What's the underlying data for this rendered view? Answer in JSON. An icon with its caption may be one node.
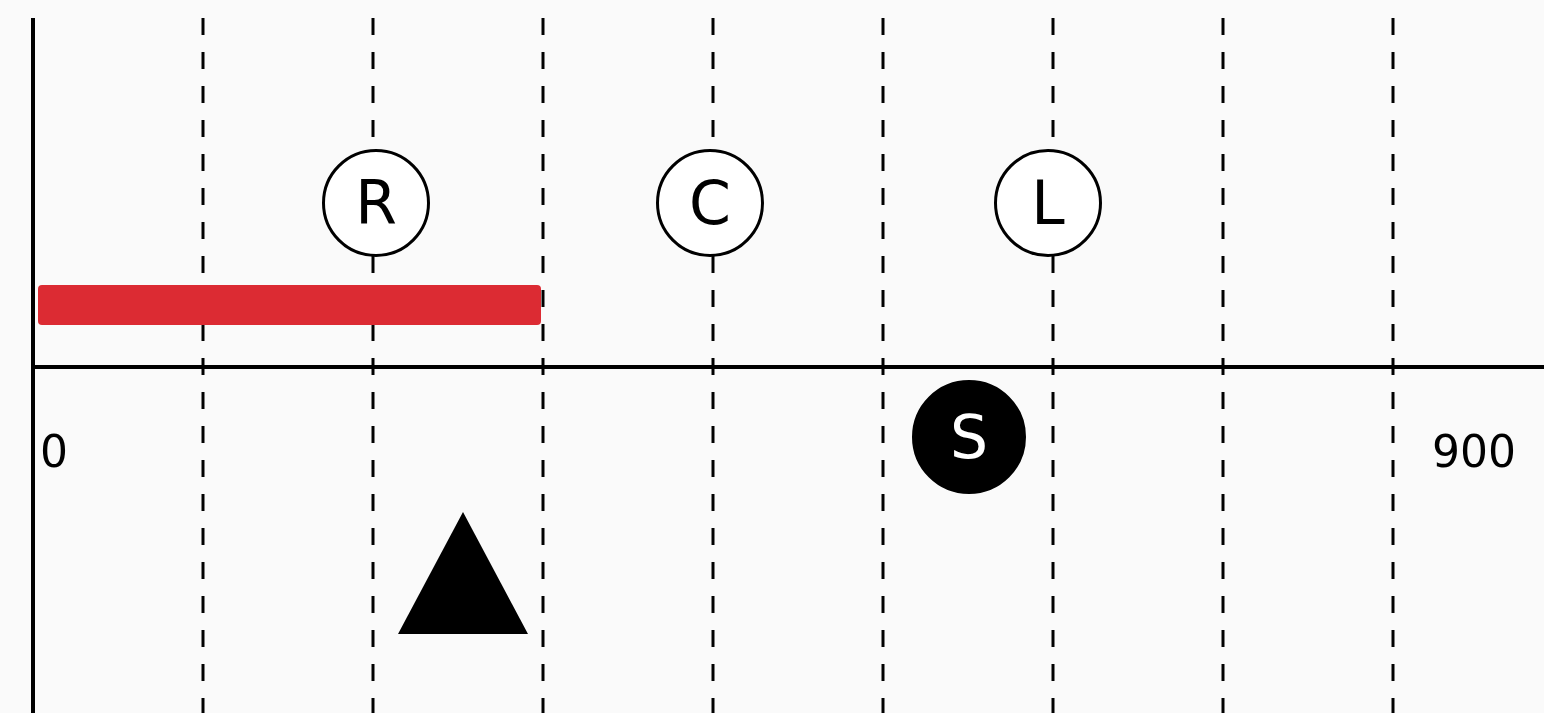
{
  "diagram": {
    "nodes": [
      {
        "text": [
          "R"
        ]
      },
      {
        "text": [
          "C"
        ]
      },
      {
        "text": [
          "L"
        ]
      },
      {
        "text": [],
        "shape": "bar"
      },
      {
        "text": [
          "S"
        ]
      },
      {
        "text": [],
        "shape": "triangle"
      }
    ],
    "labels": [
      "0",
      "900"
    ]
  }
}
